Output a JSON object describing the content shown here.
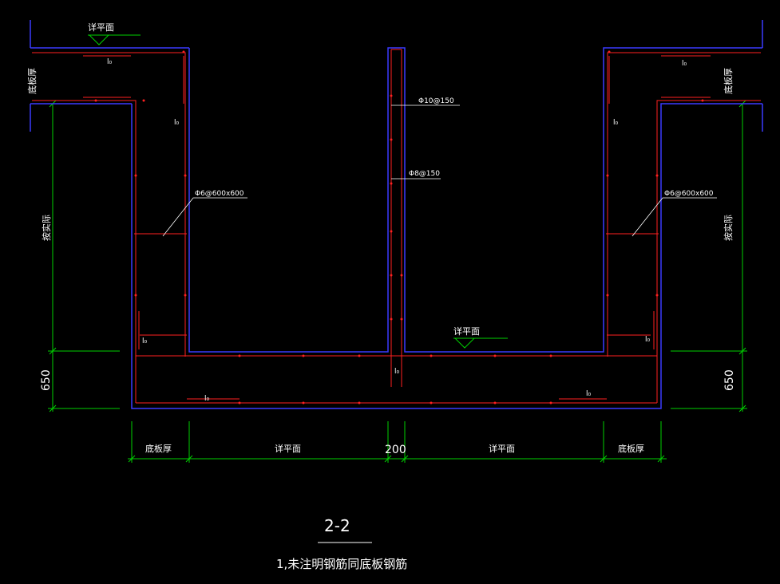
{
  "colors": {
    "background": "#000000",
    "concrete_outline": "#3a3aff",
    "rebar": "#ff2020",
    "dimension": "#00d000",
    "text": "#ffffff"
  },
  "labels": {
    "detail_plan_top_left": "详平面",
    "detail_plan_bottom": "详平面",
    "slab_thickness_left": "底板厚",
    "slab_thickness_right": "底板厚",
    "by_actual_left": "按实际",
    "by_actual_right": "按实际",
    "dim_650_left": "650",
    "dim_650_right": "650",
    "rebar_wall_top": "Φ10@150",
    "rebar_wall_mid": "Φ8@150",
    "tie_left": "Φ6@600x600",
    "tie_right": "Φ6@600x600",
    "anchor_la": "l₀"
  },
  "bottom_dimensions": {
    "seg1": "底板厚",
    "seg2": "详平面",
    "seg3": "200",
    "seg4": "详平面",
    "seg5": "底板厚"
  },
  "title": "2-2",
  "note": "1,未注明钢筋同底板钢筋"
}
